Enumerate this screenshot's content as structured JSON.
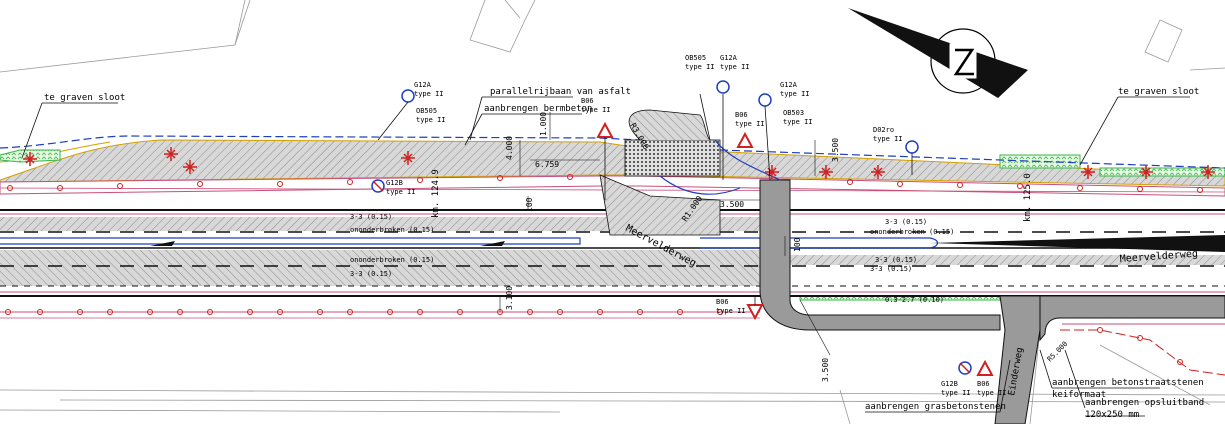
{
  "colors": {
    "hatch_fill": "#d0d0d0",
    "road_gray": "#9a9a9a",
    "kerb_pink": "#c8507a",
    "pole_red": "#d02020",
    "ditch_blue": "#1f3fbf",
    "grass_green": "#39b54a",
    "edge_orange": "#d4a000",
    "dark": "#111111"
  },
  "labels": {
    "sloot_left": "te graven sloot",
    "sloot_right": "te graven sloot",
    "parallelrijbaan": "parallelrijbaan van asfalt",
    "bermbeton": "aanbrengen bermbeton",
    "betonstraatstenen_1": "aanbrengen betonstraatstenen",
    "betonstraatstenen_2": "keiformaat",
    "opsluitband_1": "aanbrengen opsluitband",
    "opsluitband_2": "120x250 mm",
    "grasbetonstenen": "aanbrengen grasbetonstenen",
    "road_name_1": "Meervelderweg",
    "road_name_2": "Meervelderweg",
    "side_road": "Einderweg",
    "km_1": "km. 124.9",
    "km_2": "km. 125.0"
  },
  "signs": [
    {
      "code": "G12A",
      "type": "type II"
    },
    {
      "code": "OB505",
      "type": "type II"
    },
    {
      "code": "G12B",
      "type": "type II"
    },
    {
      "code": "B06",
      "type": "type II"
    },
    {
      "code": "OB505",
      "type": "type II"
    },
    {
      "code": "G12A",
      "type": "type II"
    },
    {
      "code": "B06",
      "type": "type II"
    },
    {
      "code": "G12A",
      "type": "type II"
    },
    {
      "code": "OB503",
      "type": "type II"
    },
    {
      "code": "D02ro",
      "type": "type II"
    },
    {
      "code": "B06",
      "type": "type II"
    },
    {
      "code": "G12B",
      "type": "type II"
    },
    {
      "code": "B06",
      "type": "type II"
    }
  ],
  "dimensions": {
    "d_1000": "1.000",
    "d_4000": "4.000",
    "d_6759": "6.759",
    "d_r3000": "R3.000",
    "d_3500a": "3.500",
    "d_3500b": "3.500",
    "d_3500c": "3.500",
    "d_100a": "100",
    "d_100b": "100",
    "d_r5000": "R5.000",
    "d_3100": "3.100",
    "d_r1000": "R1.000"
  },
  "markings": {
    "m1": "3-3 (0.15)",
    "m2": "ononderbroken (0.15)",
    "m3": "ononderbroken (0.15)",
    "m4": "3-3 (0.15)",
    "m5": "3-3 (0.15)",
    "m6": "3-3 (0.15)",
    "m7": "0.3-2.7 (0.10)",
    "m8": "3-3 (0.15)",
    "m9": "ononderbroken (0.15)"
  }
}
